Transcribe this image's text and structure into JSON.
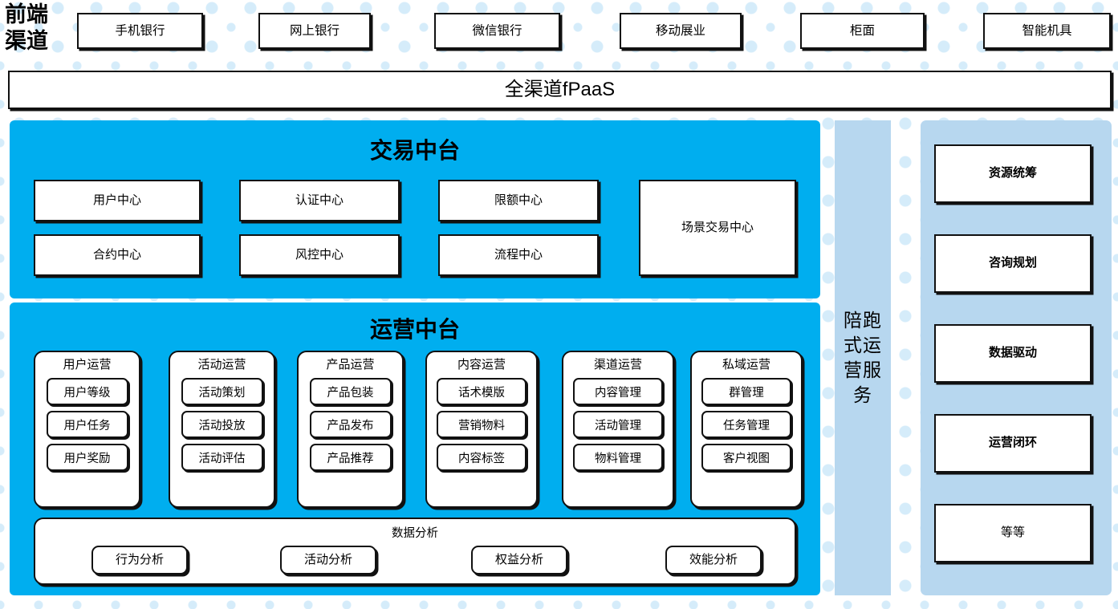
{
  "front_channel": {
    "label": "前端\n渠道",
    "items": [
      {
        "label": "手机银行"
      },
      {
        "label": "网上银行"
      },
      {
        "label": "微信银行"
      },
      {
        "label": "移动展业"
      },
      {
        "label": "柜面"
      },
      {
        "label": "智能机具"
      }
    ]
  },
  "fpaas": {
    "label": "全渠道fPaaS"
  },
  "trade_center": {
    "title": "交易中台",
    "cards": [
      {
        "label": "用户中心"
      },
      {
        "label": "认证中心"
      },
      {
        "label": "限额中心"
      },
      {
        "label": "合约中心"
      },
      {
        "label": "风控中心"
      },
      {
        "label": "流程中心"
      },
      {
        "label": "场景交易中心"
      }
    ]
  },
  "ops_center": {
    "title": "运营中台",
    "groups": [
      {
        "title": "用户运营",
        "items": [
          "用户等级",
          "用户任务",
          "用户奖励"
        ]
      },
      {
        "title": "活动运营",
        "items": [
          "活动策划",
          "活动投放",
          "活动评估"
        ]
      },
      {
        "title": "产品运营",
        "items": [
          "产品包装",
          "产品发布",
          "产品推荐"
        ]
      },
      {
        "title": "内容运营",
        "items": [
          "话术模版",
          "营销物料",
          "内容标签"
        ]
      },
      {
        "title": "渠道运营",
        "items": [
          "内容管理",
          "活动管理",
          "物料管理"
        ]
      },
      {
        "title": "私域运营",
        "items": [
          "群管理",
          "任务管理",
          "客户视图"
        ]
      }
    ],
    "analytics": {
      "title": "数据分析",
      "items": [
        "行为分析",
        "活动分析",
        "权益分析",
        "效能分析"
      ]
    }
  },
  "companion_service": {
    "label": "陪跑式运营服务"
  },
  "right_panel": {
    "cards": [
      {
        "label": "资源统筹",
        "bold": true
      },
      {
        "label": "咨询规划",
        "bold": true
      },
      {
        "label": "数据驱动",
        "bold": true
      },
      {
        "label": "运营闭环",
        "bold": true
      },
      {
        "label": "等等",
        "bold": false
      }
    ]
  },
  "colors": {
    "accent_cyan": "#00AEEF",
    "light_blue": "#b7d7ef",
    "dot_blue": "#d5ecfa",
    "border_black": "#111111"
  }
}
